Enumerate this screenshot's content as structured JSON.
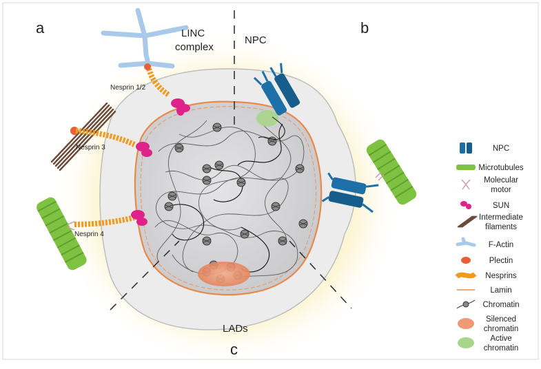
{
  "panels": {
    "a": "a",
    "b": "b",
    "c": "c"
  },
  "sections": {
    "linc_line1": "LINC",
    "linc_line2": "complex",
    "npc": "NPC",
    "lads": "LADs"
  },
  "nesprins": {
    "n12": "Nesprin 1/2",
    "n3": "Nesprin 3",
    "n4": "Nesprin 4"
  },
  "legend": [
    {
      "icon": "npc-icon",
      "lines": [
        "NPC"
      ]
    },
    {
      "icon": "microtubules-icon",
      "lines": [
        "Microtubules"
      ]
    },
    {
      "icon": "molecular-motor-icon",
      "lines": [
        "Molecular",
        "motor"
      ]
    },
    {
      "icon": "sun-icon",
      "lines": [
        "SUN"
      ]
    },
    {
      "icon": "intermediate-filaments-icon",
      "lines": [
        "Intermediate",
        "filaments"
      ]
    },
    {
      "icon": "f-actin-icon",
      "lines": [
        "F-Actin"
      ]
    },
    {
      "icon": "plectin-icon",
      "lines": [
        "Plectin"
      ]
    },
    {
      "icon": "nesprins-icon",
      "lines": [
        "Nesprins"
      ]
    },
    {
      "icon": "lamin-icon",
      "lines": [
        "Lamin"
      ]
    },
    {
      "icon": "chromatin-icon",
      "lines": [
        "Chromatin"
      ]
    },
    {
      "icon": "silenced-chromatin-icon",
      "lines": [
        "Silenced",
        "chromatin"
      ]
    },
    {
      "icon": "active-chromatin-icon",
      "lines": [
        "Active",
        "chromatin"
      ]
    }
  ],
  "colors": {
    "nucleus": "#d9d9da",
    "envelope": "#ececec",
    "glow": "#f6e08a",
    "npc": "#1d6fa8",
    "microtubule": "#7fc242",
    "sun": "#e0218a",
    "nesprin": "#f29a1e",
    "actin": "#a9c9ea",
    "filament": "#6b4a3a",
    "lamin": "#e8894a",
    "silenced": "#ef9a74",
    "active": "#a8d58a"
  }
}
